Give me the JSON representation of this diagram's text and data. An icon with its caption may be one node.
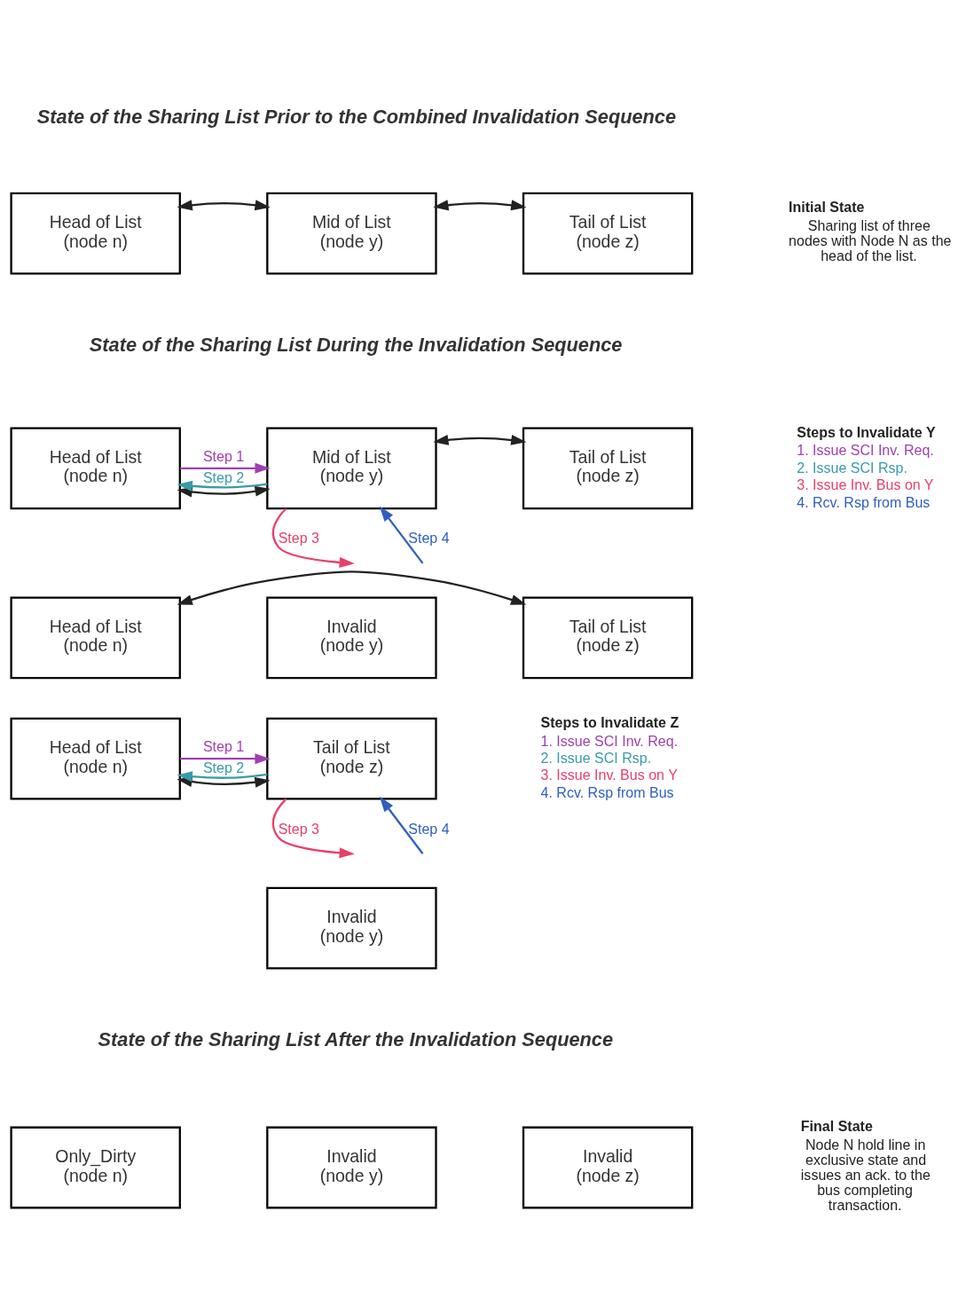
{
  "diagram": {
    "nodes": [
      {
        "text": [
          "Head of List (node n)"
        ]
      },
      {
        "text": [
          "Mid of List (node y)"
        ]
      },
      {
        "text": [
          "Tail of List (node z)"
        ]
      },
      {
        "text": [
          "Head of List (node n)"
        ]
      },
      {
        "text": [
          "Mid of List (node y)"
        ]
      },
      {
        "text": [
          "Tail of List (node z)"
        ]
      },
      {
        "text": [
          "Head of List (node n)"
        ]
      },
      {
        "text": [
          "Invalid (node y)"
        ]
      },
      {
        "text": [
          "Tail of List (node z)"
        ]
      },
      {
        "text": [
          "Head of List (node n)"
        ]
      },
      {
        "text": [
          "Tail of List (node z)"
        ]
      },
      {
        "text": [
          "Invalid (node y)"
        ]
      },
      {
        "text": [
          "Only_Dirty (node n)"
        ]
      },
      {
        "text": [
          "Invalid (node y)"
        ]
      },
      {
        "text": [
          "Invalid (node z)"
        ]
      }
    ],
    "edges": [
      {
        "from": 0,
        "to": 1,
        "arrow": "both"
      },
      {
        "from": 1,
        "to": 2,
        "arrow": "both"
      },
      {
        "from": 3,
        "to": 4,
        "arrow": "both"
      },
      {
        "from": 3,
        "to": 4,
        "arrow": "to",
        "label": "Step 1",
        "color": "#a040b0"
      },
      {
        "from": 4,
        "to": 3,
        "arrow": "to",
        "label": "Step 2",
        "color": "#3a9aa8"
      },
      {
        "from": 4,
        "to": 5,
        "arrow": "both"
      },
      {
        "from": 4,
        "to": null,
        "arrow": "to",
        "label": "Step 3",
        "color": "#e8406a"
      },
      {
        "from": null,
        "to": 4,
        "arrow": "to",
        "label": "Step 4",
        "color": "#2f5fc0"
      },
      {
        "from": 6,
        "to": 8,
        "arrow": "both"
      },
      {
        "from": 9,
        "to": 10,
        "arrow": "both"
      },
      {
        "from": 9,
        "to": 10,
        "arrow": "to",
        "label": "Step 1",
        "color": "#a040b0"
      },
      {
        "from": 10,
        "to": 9,
        "arrow": "to",
        "label": "Step 2",
        "color": "#3a9aa8"
      },
      {
        "from": 10,
        "to": null,
        "arrow": "to",
        "label": "Step 3",
        "color": "#e8406a"
      },
      {
        "from": null,
        "to": 10,
        "arrow": "to",
        "label": "Step 4",
        "color": "#2f5fc0"
      }
    ],
    "labels": [
      "State of the Sharing List Prior to the Combined Invalidation Sequence",
      "Initial State",
      "Sharing list of three nodes with Node N as the head of the list.",
      "State of the Sharing List During the Invalidation Sequence",
      "Steps to Invalidate Y",
      "1. Issue SCI Inv. Req.",
      "2. Issue SCI Rsp.",
      "3. Issue Inv. Bus on Y",
      "4. Rcv. Rsp from Bus",
      "Steps to Invalidate Z",
      "1. Issue SCI Inv. Req.",
      "2. Issue SCI Rsp.",
      "3. Issue Inv. Bus on Y",
      "4. Rcv. Rsp from Bus",
      "State of the Sharing List After the Invalidation Sequence",
      "Final State",
      "Node N hold line in exclusive state and issues an ack. to the bus completing transaction."
    ]
  }
}
